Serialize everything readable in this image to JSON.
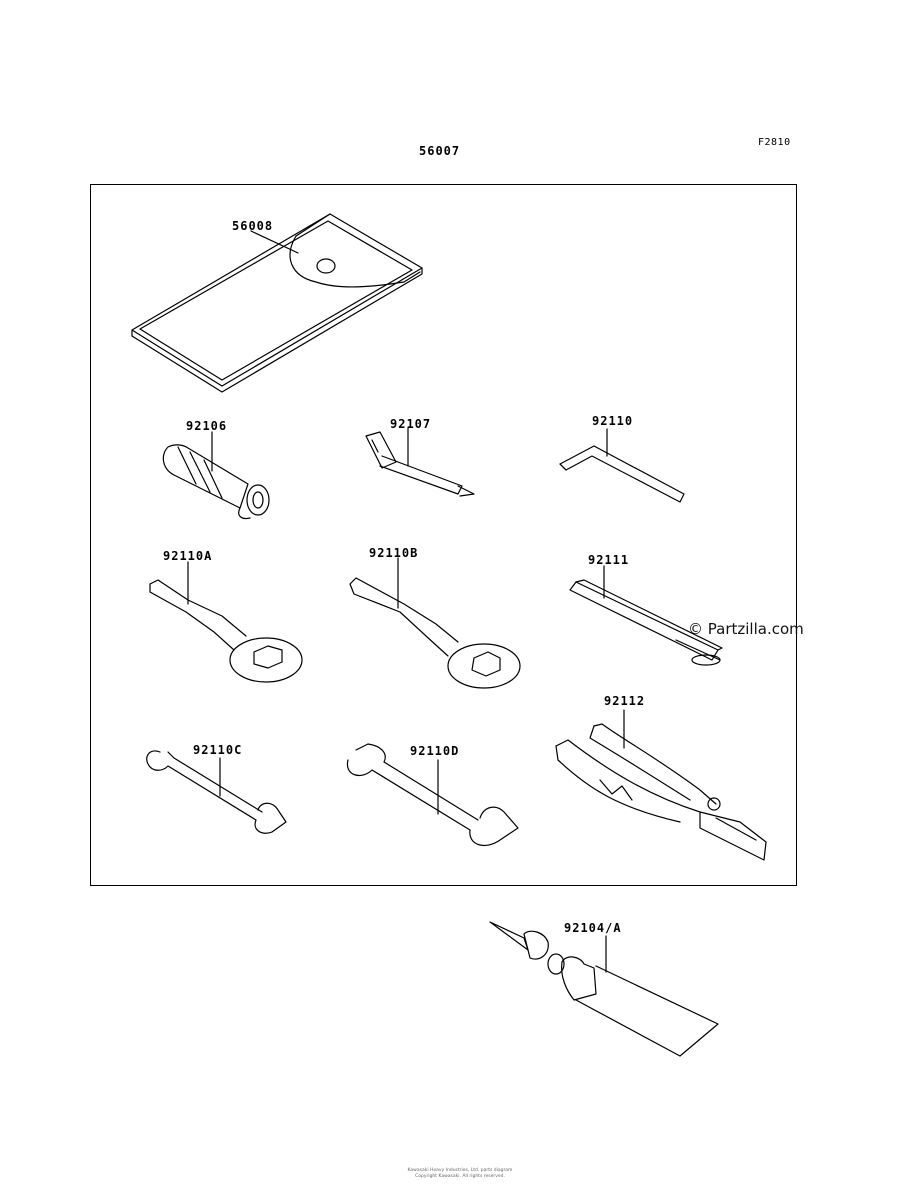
{
  "header": {
    "assembly_code": "56007",
    "figure_code": "F2810"
  },
  "parts": [
    {
      "id": "pouch",
      "number": "56008"
    },
    {
      "id": "handle",
      "number": "92106"
    },
    {
      "id": "screwdriver",
      "number": "92107"
    },
    {
      "id": "hex-key",
      "number": "92110"
    },
    {
      "id": "ring-wrench-a",
      "number": "92110A"
    },
    {
      "id": "ring-wrench-b",
      "number": "92110B"
    },
    {
      "id": "bar",
      "number": "92111"
    },
    {
      "id": "pliers",
      "number": "92112"
    },
    {
      "id": "open-wrench-c",
      "number": "92110C"
    },
    {
      "id": "open-wrench-d",
      "number": "92110D"
    },
    {
      "id": "tube",
      "number": "92104/A"
    }
  ],
  "watermark": "© Partzilla.com",
  "footer": {
    "line1": "Kawasaki Heavy Industries, Ltd. parts diagram",
    "line2": "Copyright Kawasaki. All rights reserved."
  }
}
